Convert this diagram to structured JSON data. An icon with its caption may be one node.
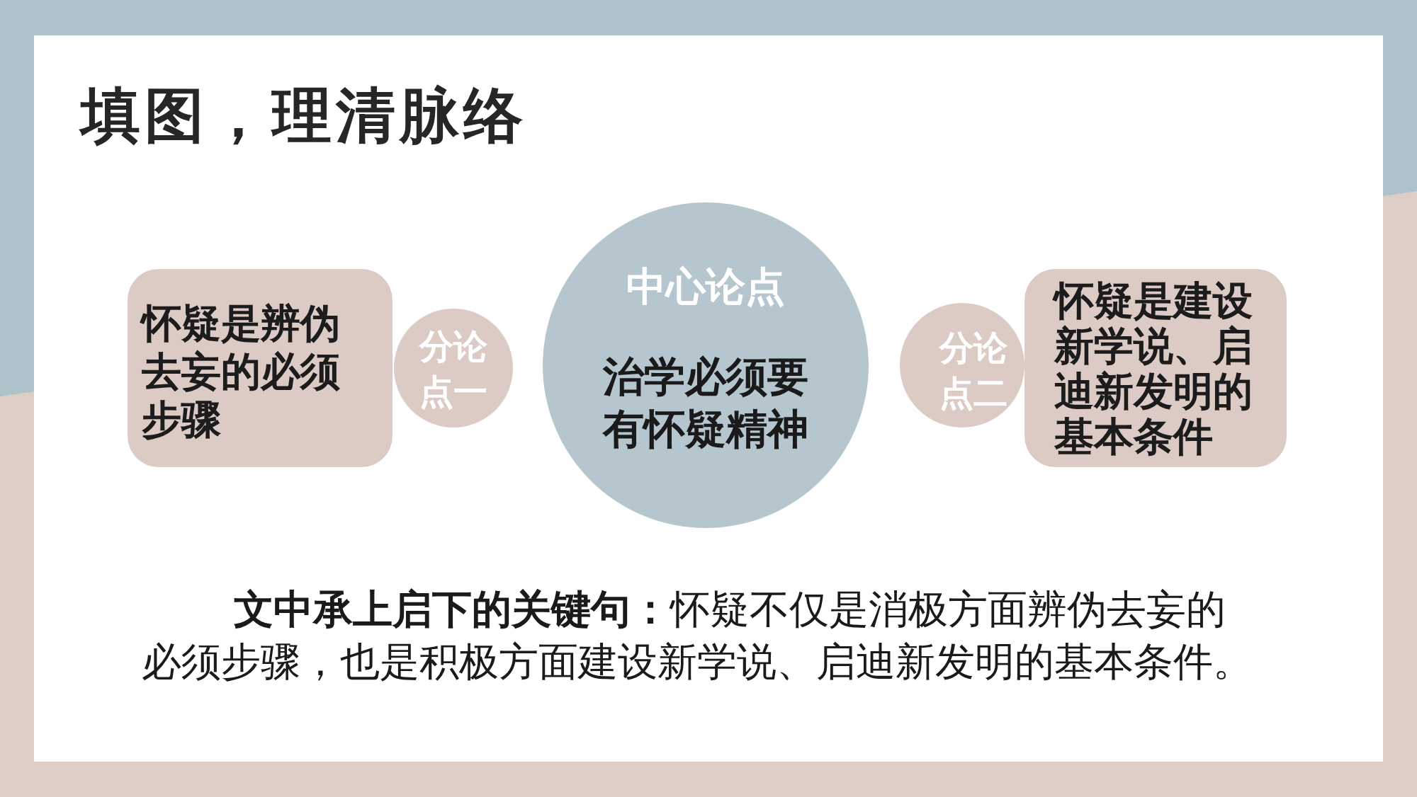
{
  "diagram": {
    "title": "填图，理清脉络",
    "nodes": [
      {
        "text": [
          "怀疑是辨伪去妄的必须步骤"
        ]
      },
      {
        "text": [
          "分论点一"
        ]
      },
      {
        "text": [
          "中心论点",
          "治学必须要有怀疑精神"
        ]
      },
      {
        "text": [
          "分论点二"
        ]
      },
      {
        "text": [
          "怀疑是建设新学说、启迪新发明的基本条件"
        ]
      }
    ],
    "labels": [
      "**文中承上启下的关键句：**怀疑不仅是消极方面辨伪去妄的必须步骤，也是积极方面建设新学说、启迪新发明的基本条件。"
    ]
  }
}
